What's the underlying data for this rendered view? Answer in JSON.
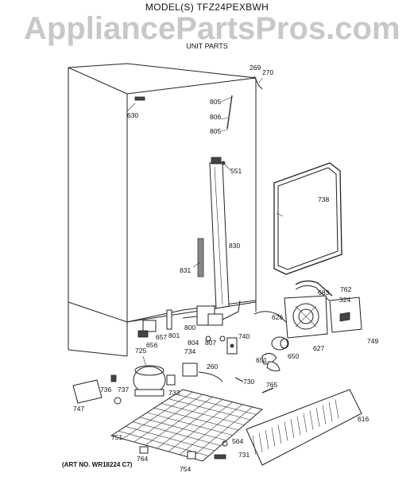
{
  "header": {
    "model": "MODEL(S) TFZ24PEXBWH",
    "watermark": "AppliancePartsPros.com",
    "subtitle": "UNIT PARTS"
  },
  "art_number": "(ART NO. WR18224 C7)",
  "callouts": [
    {
      "key": "269",
      "label": "269"
    },
    {
      "key": "270",
      "label": "270"
    },
    {
      "key": "630",
      "label": "630"
    },
    {
      "key": "805a",
      "label": "805"
    },
    {
      "key": "806",
      "label": "806"
    },
    {
      "key": "805b",
      "label": "805"
    },
    {
      "key": "551",
      "label": "551"
    },
    {
      "key": "738",
      "label": "738"
    },
    {
      "key": "830",
      "label": "830"
    },
    {
      "key": "831",
      "label": "831"
    },
    {
      "key": "762",
      "label": "762"
    },
    {
      "key": "683",
      "label": "683"
    },
    {
      "key": "324",
      "label": "324"
    },
    {
      "key": "626",
      "label": "626"
    },
    {
      "key": "749",
      "label": "749"
    },
    {
      "key": "627",
      "label": "627"
    },
    {
      "key": "650",
      "label": "650"
    },
    {
      "key": "651",
      "label": "651"
    },
    {
      "key": "740",
      "label": "740"
    },
    {
      "key": "800",
      "label": "800"
    },
    {
      "key": "801",
      "label": "801"
    },
    {
      "key": "804",
      "label": "804"
    },
    {
      "key": "807",
      "label": "807"
    },
    {
      "key": "657",
      "label": "657"
    },
    {
      "key": "656",
      "label": "656"
    },
    {
      "key": "725",
      "label": "725"
    },
    {
      "key": "734",
      "label": "734"
    },
    {
      "key": "733",
      "label": "733"
    },
    {
      "key": "260",
      "label": "260"
    },
    {
      "key": "730",
      "label": "730"
    },
    {
      "key": "765",
      "label": "765"
    },
    {
      "key": "736",
      "label": "736"
    },
    {
      "key": "737",
      "label": "737"
    },
    {
      "key": "747",
      "label": "747"
    },
    {
      "key": "616",
      "label": "616"
    },
    {
      "key": "751",
      "label": "751"
    },
    {
      "key": "564",
      "label": "564"
    },
    {
      "key": "731",
      "label": "731"
    },
    {
      "key": "764",
      "label": "764"
    },
    {
      "key": "754",
      "label": "754"
    }
  ]
}
